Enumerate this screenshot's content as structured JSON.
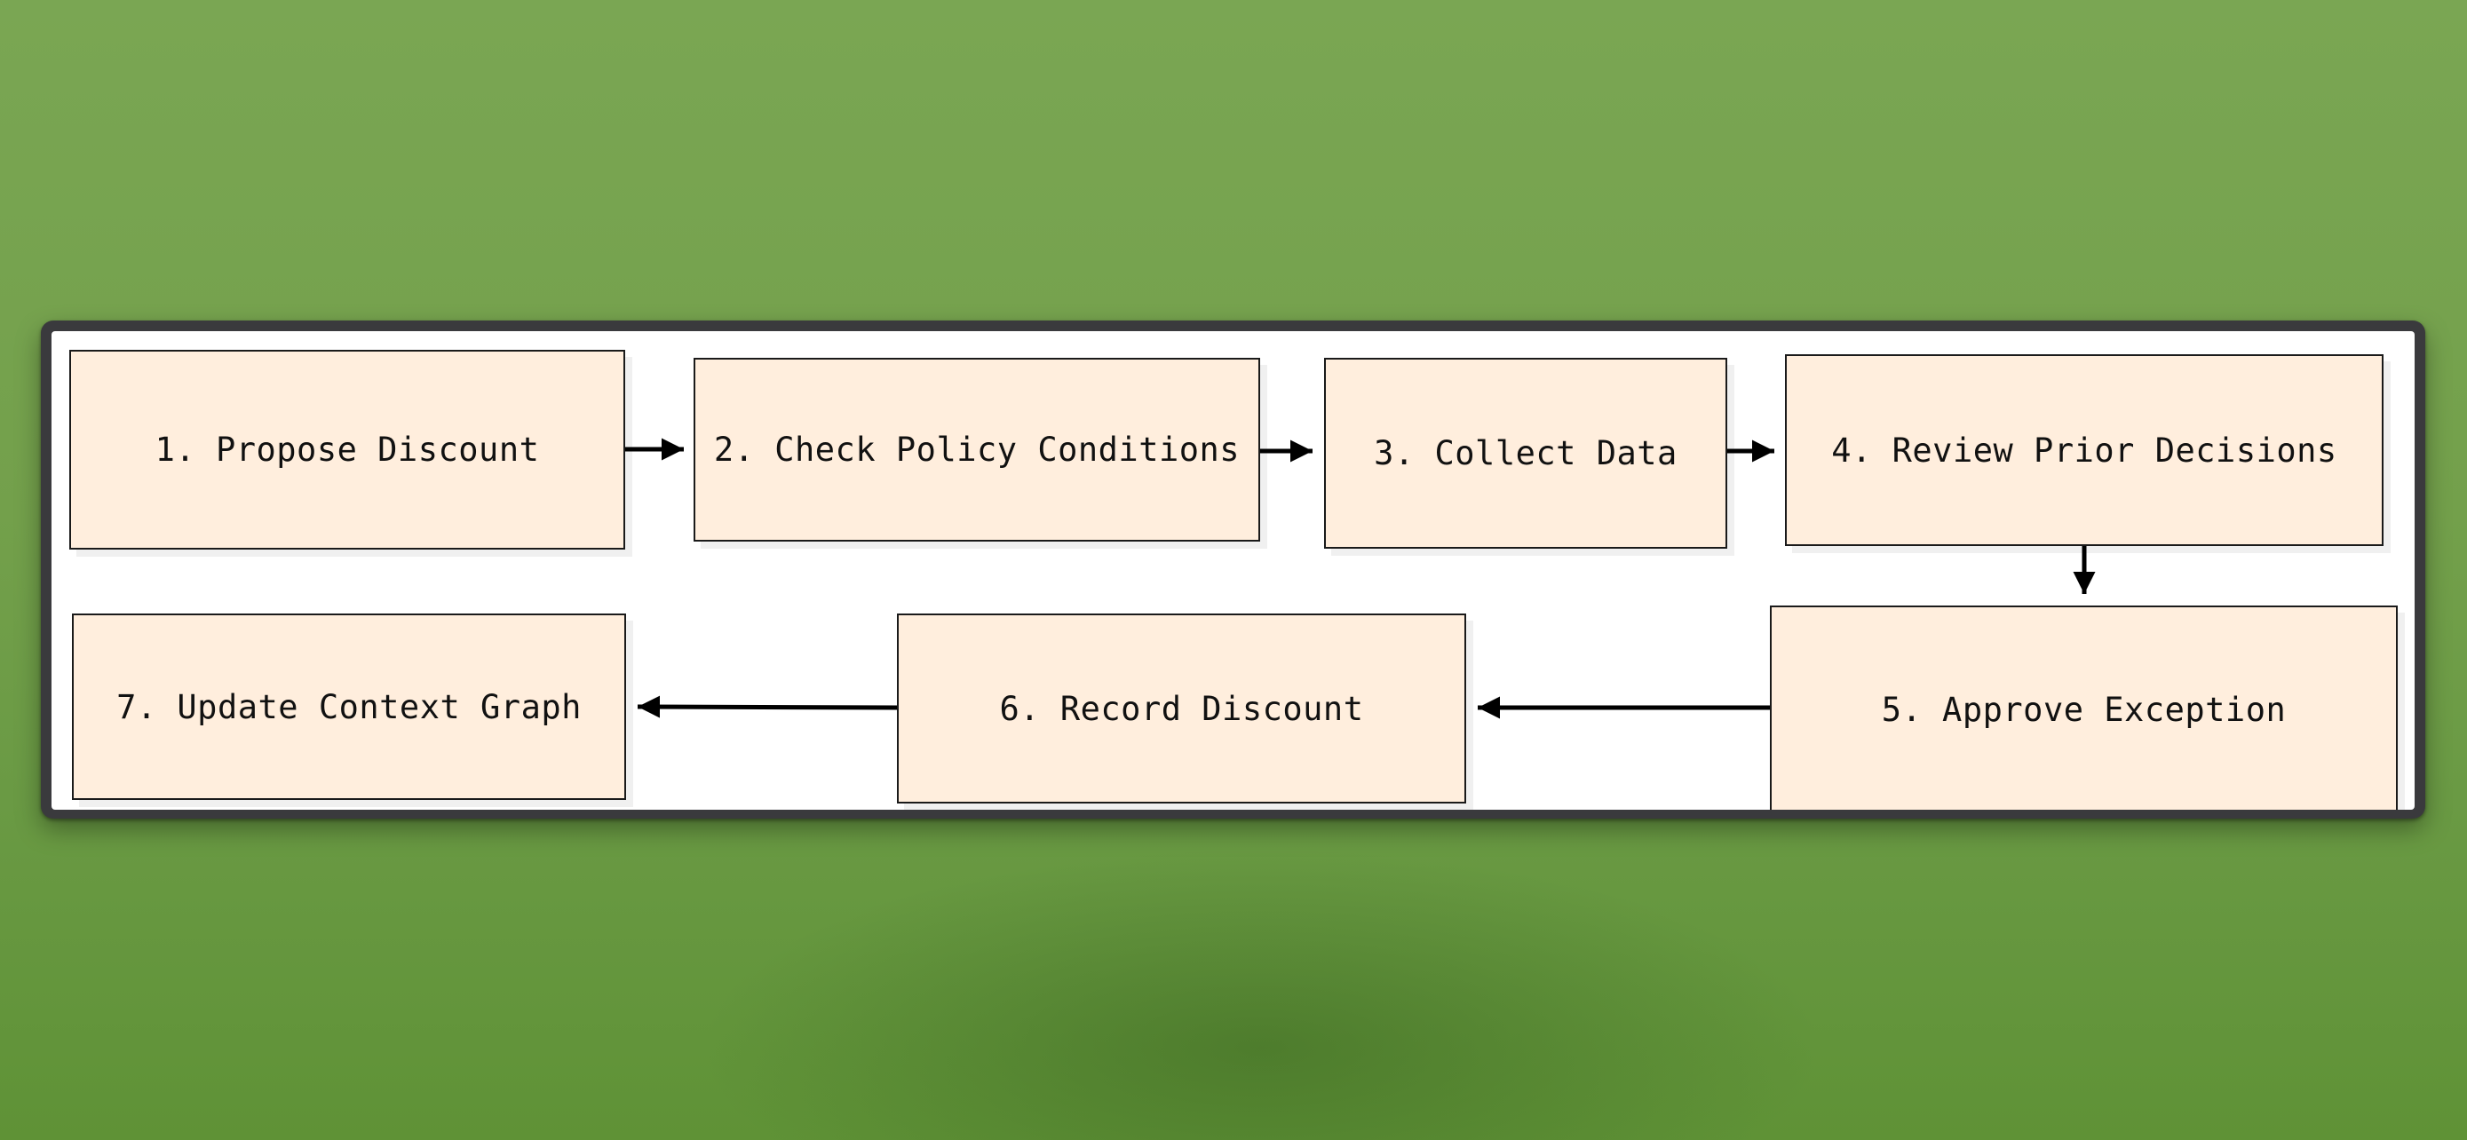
{
  "background_color": "#74a14b",
  "node_fill": "#ffeedd",
  "edge_color": "#000000",
  "nodes": [
    {
      "id": "n1",
      "label": "1. Propose Discount"
    },
    {
      "id": "n2",
      "label": "2. Check Policy Conditions"
    },
    {
      "id": "n3",
      "label": "3. Collect Data"
    },
    {
      "id": "n4",
      "label": "4. Review Prior Decisions"
    },
    {
      "id": "n5",
      "label": "5. Approve Exception"
    },
    {
      "id": "n6",
      "label": "6. Record Discount"
    },
    {
      "id": "n7",
      "label": "7. Update Context Graph"
    }
  ],
  "edges": [
    {
      "from": "n1",
      "to": "n2"
    },
    {
      "from": "n2",
      "to": "n3"
    },
    {
      "from": "n3",
      "to": "n4"
    },
    {
      "from": "n4",
      "to": "n5"
    },
    {
      "from": "n5",
      "to": "n6"
    },
    {
      "from": "n6",
      "to": "n7"
    }
  ]
}
